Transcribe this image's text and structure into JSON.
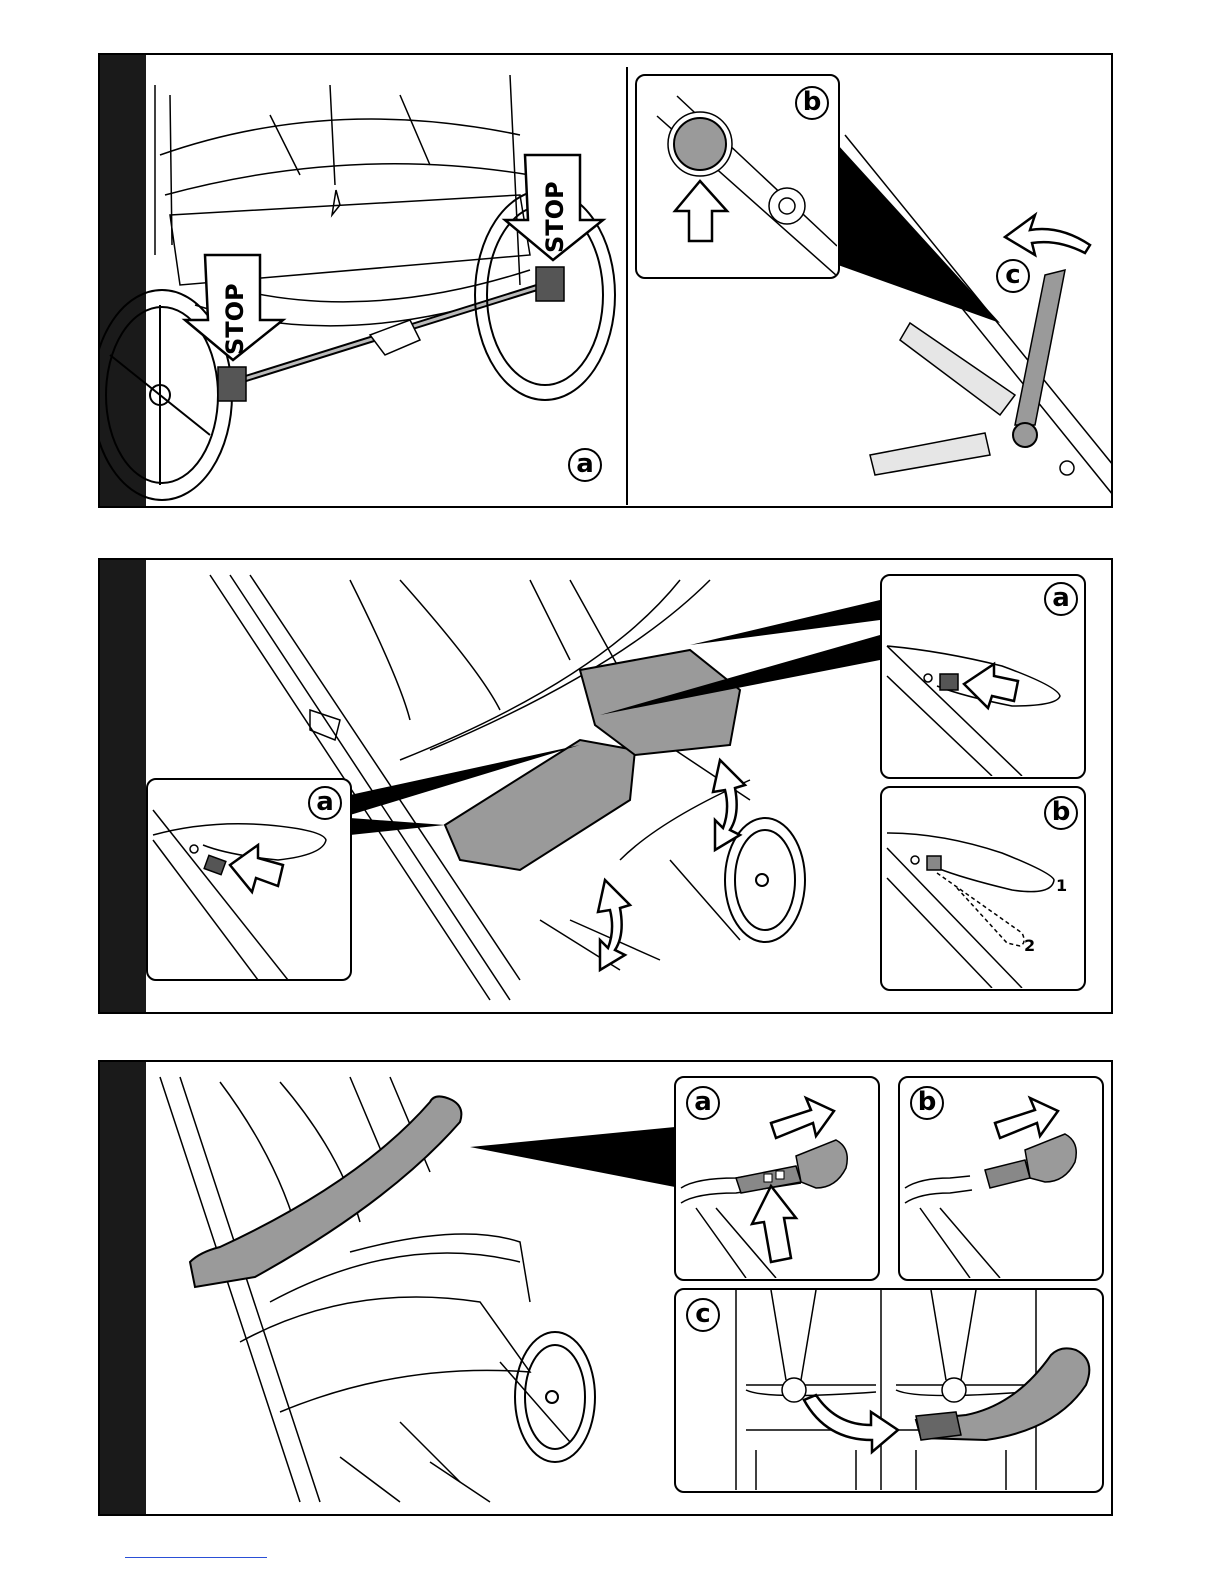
{
  "colors": {
    "ink": "#000000",
    "fill_gray": "#9a9a9a",
    "light_gray": "#d9d9d9",
    "stripe": "#1a1a1a",
    "footer_rule": "#2a4fd6"
  },
  "panel1": {
    "stop_left": "STOP",
    "stop_right": "STOP",
    "label_a": "a",
    "label_b": "b",
    "label_c": "c"
  },
  "panel2": {
    "label_a_right": "a",
    "label_a_left": "a",
    "label_b": "b",
    "step_1": "1",
    "step_2": "2"
  },
  "panel3": {
    "label_a": "a",
    "label_b": "b",
    "label_c": "c"
  },
  "icons": [
    "stop-arrow-icon",
    "push-arrow-icon",
    "rotate-arrow-icon",
    "lift-arrow-icon",
    "remove-arrow-icon"
  ]
}
